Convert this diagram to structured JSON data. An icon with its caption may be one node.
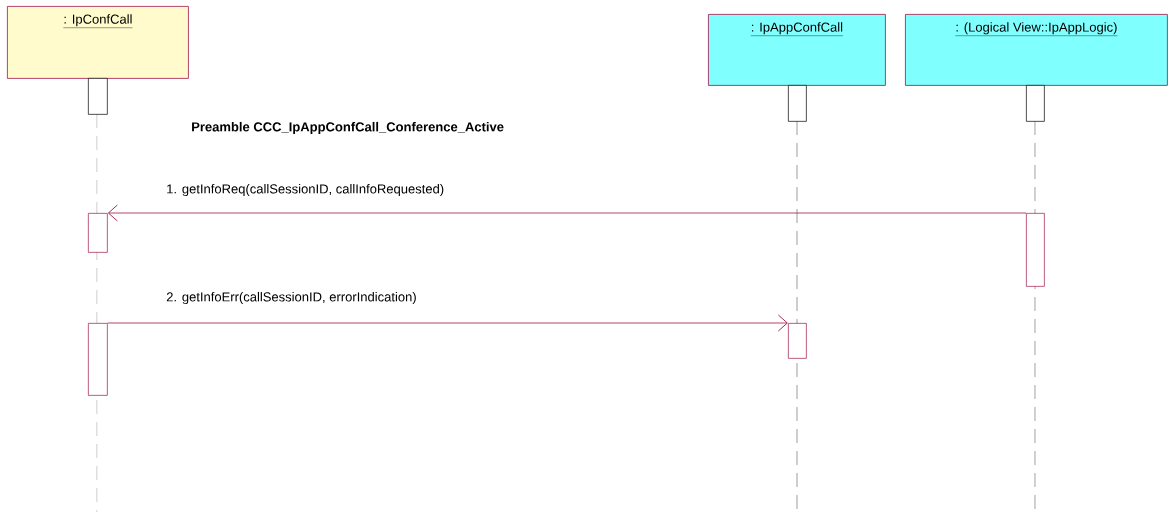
{
  "diagram": {
    "nodes": [
      {
        "text": [
          ": IpConfCall"
        ]
      },
      {
        "text": [
          ": IpAppConfCall"
        ]
      },
      {
        "text": [
          ": (Logical View::IpAppLogic)"
        ]
      },
      {
        "text": [],
        "shape": "bar"
      },
      {
        "text": [],
        "shape": "bar"
      },
      {
        "text": [],
        "shape": "bar"
      },
      {
        "text": [],
        "shape": "bar"
      },
      {
        "text": [],
        "shape": "bar"
      },
      {
        "text": [],
        "shape": "bar"
      },
      {
        "text": [],
        "shape": "bar"
      }
    ],
    "edges": [
      {
        "from": 7,
        "to": 6,
        "arrow": "to",
        "label": "1. getInfoReq(callSessionID, callInfoRequested)"
      },
      {
        "from": 8,
        "to": 9,
        "arrow": "to",
        "label": "2. getInfoErr(callSessionID, errorIndication)"
      }
    ],
    "labels": [
      "Preamble CCC_IpAppConfCall_Conference_Active"
    ]
  }
}
